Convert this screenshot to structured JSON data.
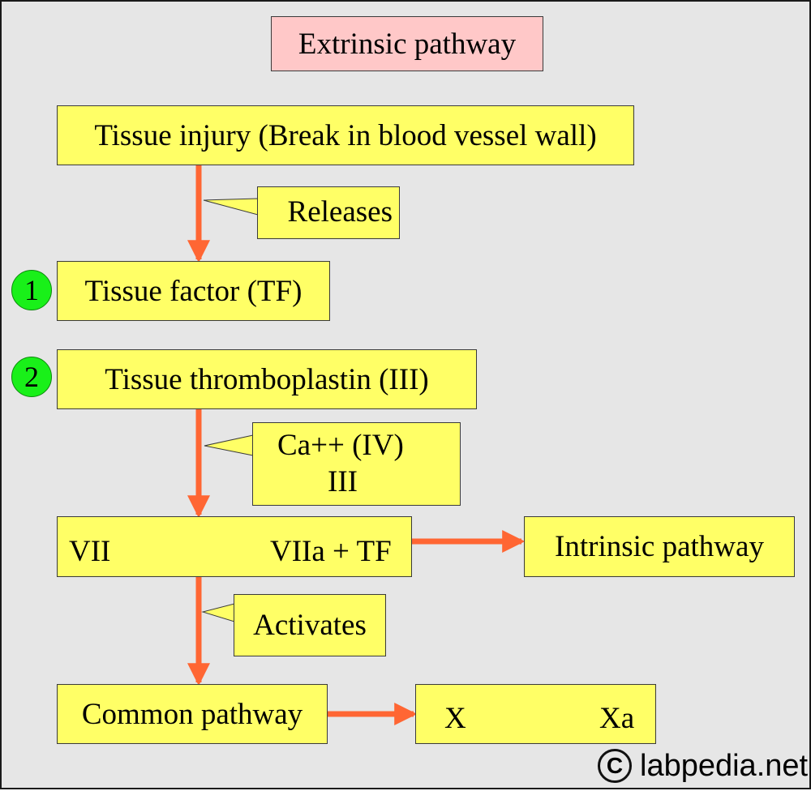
{
  "title": "Extrinsic pathway",
  "nodes": {
    "tissue_injury": "Tissue injury (Break in blood vessel wall)",
    "tissue_factor": "Tissue factor (TF)",
    "tissue_thromboplastin": "Tissue thromboplastin (III)",
    "vii": "VII",
    "viia_tf": "VIIa + TF",
    "intrinsic_pathway": "Intrinsic pathway",
    "common_pathway": "Common pathway",
    "x": "X",
    "xa": "Xa"
  },
  "callouts": {
    "releases": "Releases",
    "cofactor_line1": "Ca++ (IV)",
    "cofactor_line2": "III",
    "activates": "Activates"
  },
  "badges": [
    "1",
    "2"
  ],
  "colors": {
    "background": "#e6e6e6",
    "box_fill": "#ffff66",
    "title_fill": "#ffc8c8",
    "badge_fill": "#19f019",
    "arrow": "#ff6633"
  },
  "copyright": {
    "icon": "copyright-icon",
    "text": "labpedia.net"
  }
}
